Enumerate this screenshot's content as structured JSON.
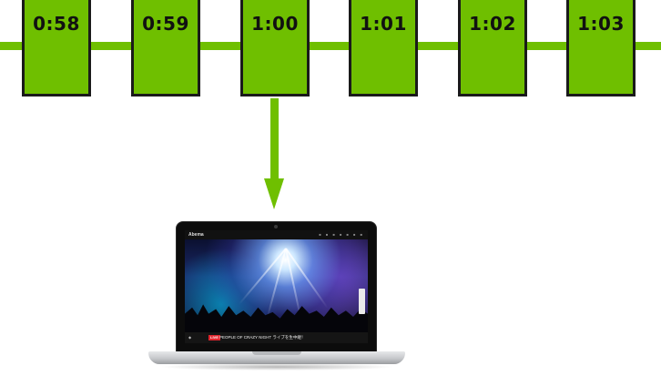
{
  "colors": {
    "accent_green": "#6fbf00",
    "frame_border": "#1a1a1a",
    "live_red": "#e0242c"
  },
  "timeline": {
    "frames": [
      {
        "label": "0:58"
      },
      {
        "label": "0:59"
      },
      {
        "label": "1:00"
      },
      {
        "label": "1:01"
      },
      {
        "label": "1:02"
      },
      {
        "label": "1:03"
      }
    ],
    "selected_frame_index": 2
  },
  "laptop": {
    "screen": {
      "logo": "Abema",
      "live_badge": "LIVE",
      "program_title": "PEOPLE OF CRAZY NIGHT ライブを生中継！"
    }
  }
}
